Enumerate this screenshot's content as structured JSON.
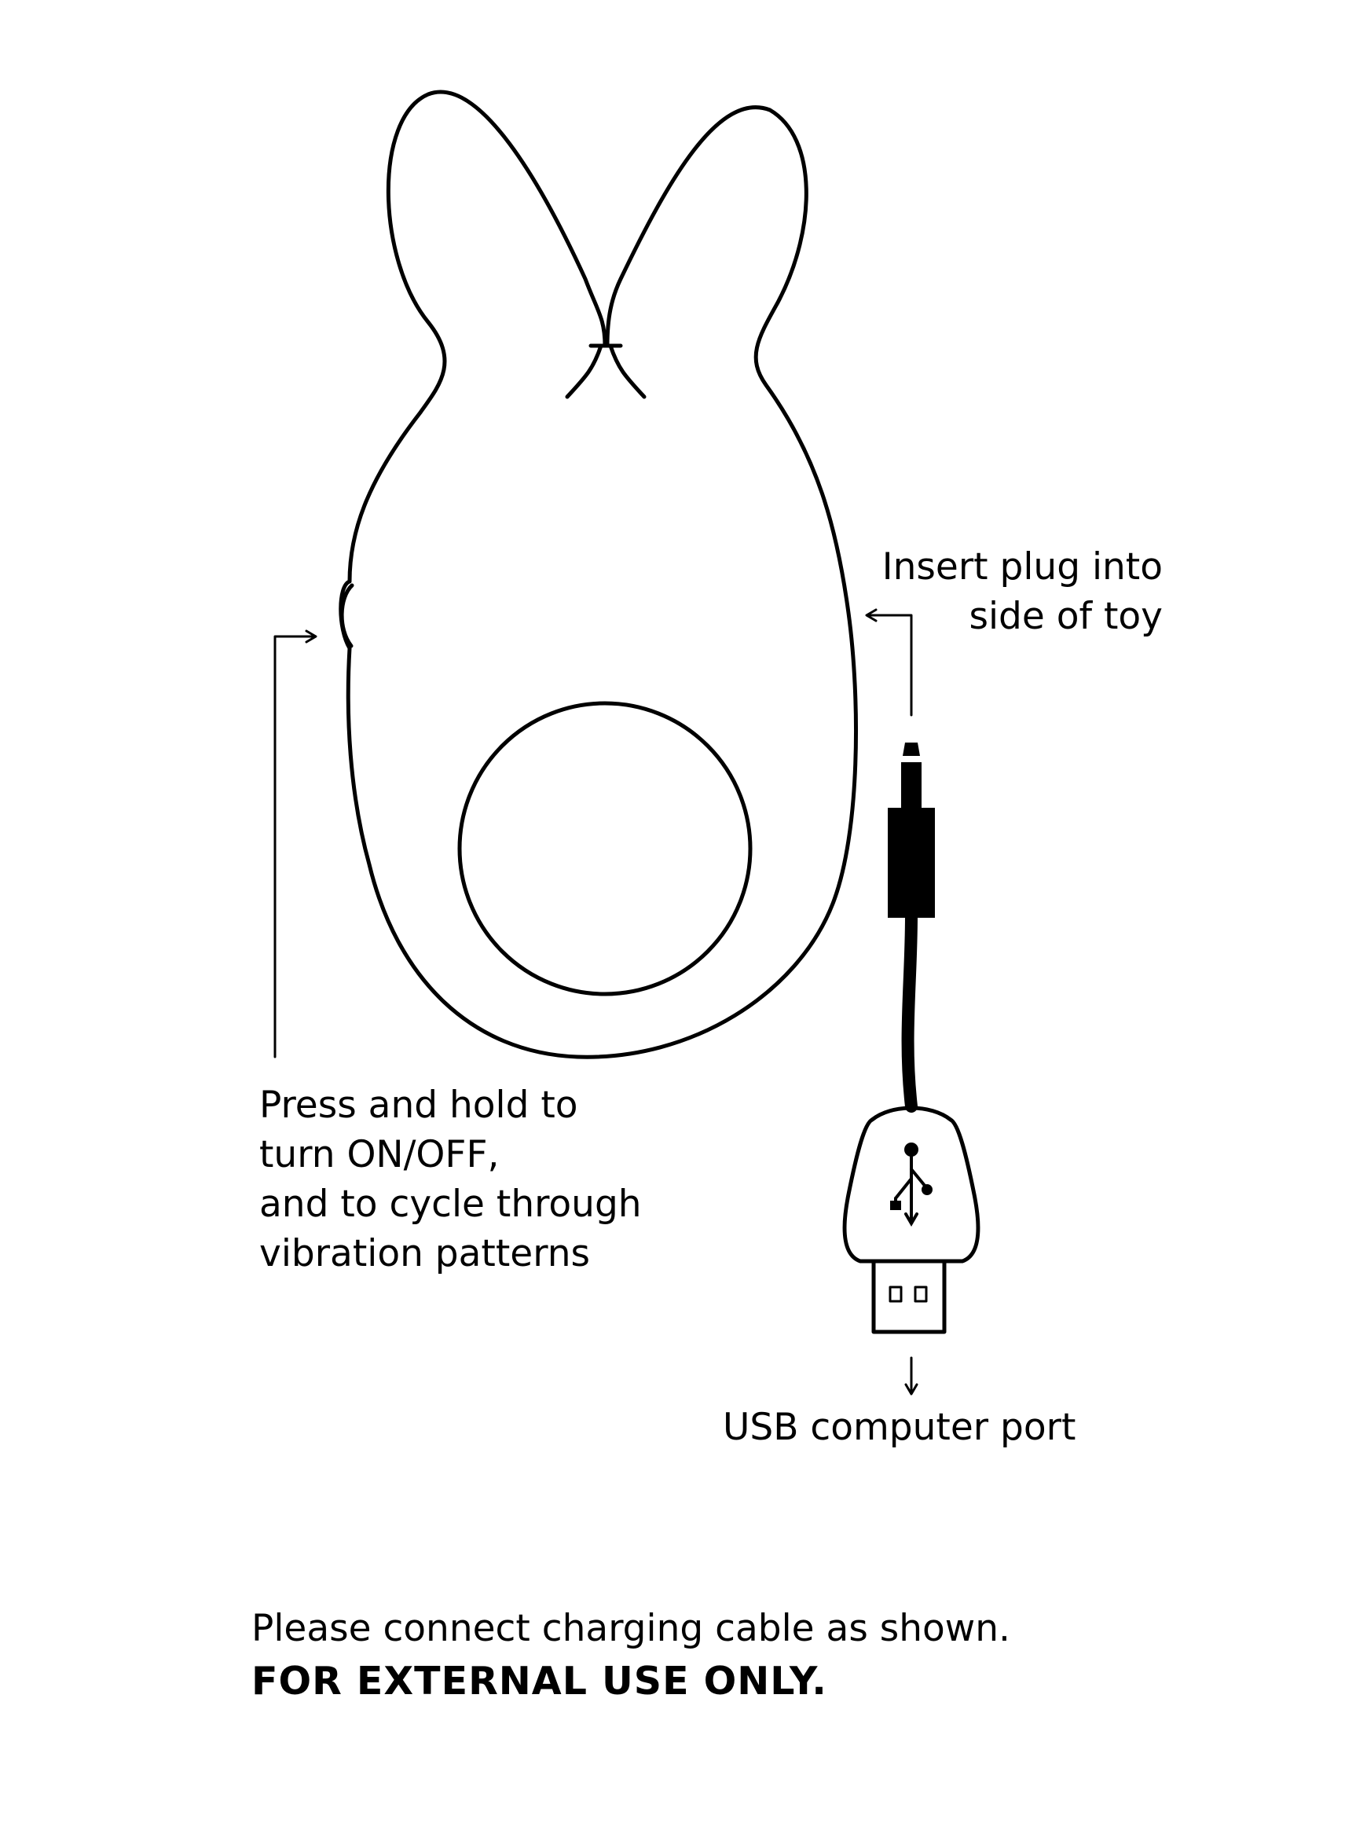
{
  "annotations": {
    "plug": [
      "Insert plug into",
      "side of toy"
    ],
    "button": [
      "Press and hold to",
      "turn ON/OFF,",
      "and to cycle through",
      "vibration patterns"
    ],
    "usb": "USB computer port"
  },
  "footer": {
    "instruction": "Please connect charging cable as shown.",
    "warning": "FOR EXTERNAL USE ONLY."
  },
  "icons": {
    "usb_symbol": "usb-icon",
    "arrows": [
      "arrow-right-icon",
      "arrow-left-icon",
      "arrow-down-icon"
    ]
  },
  "colors": {
    "line": "#000000",
    "background": "#ffffff"
  }
}
